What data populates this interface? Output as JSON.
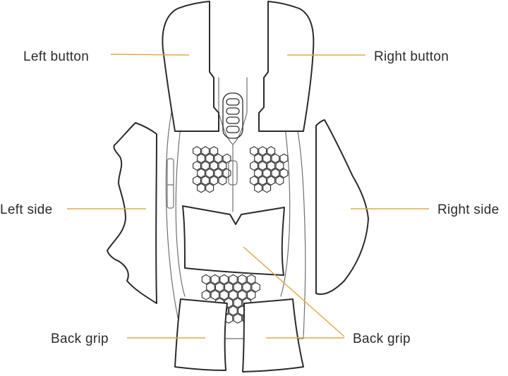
{
  "colors": {
    "outline": "#2b2b2b",
    "body_outline": "#707070",
    "leader": "#e0a84c",
    "background": "#ffffff"
  },
  "labels": {
    "left_button": "Left button",
    "right_button": "Right button",
    "left_side": "Left side",
    "right_side": "Right side",
    "back_grip_left": "Back grip",
    "back_grip_right": "Back grip"
  }
}
